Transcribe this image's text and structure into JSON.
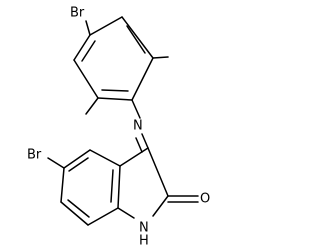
{
  "atoms": {
    "br_top": "Br",
    "n_imine": "N",
    "br_left": "Br",
    "o_carbonyl": "O",
    "nh": "N",
    "h": "H"
  },
  "colors": {
    "line": "#000000",
    "background": "#ffffff"
  }
}
